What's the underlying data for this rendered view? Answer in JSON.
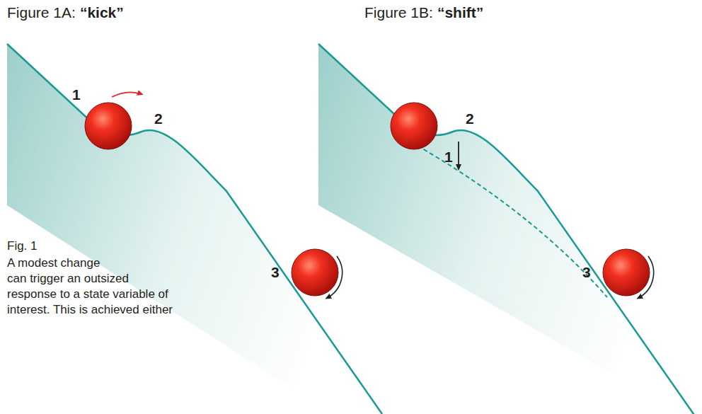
{
  "diagram": {
    "caption": "A modest change can trigger an outsized response to a state variable of interest. This is achieved either",
    "labels": [
      "Figure 1A:",
      "“kick”",
      "1",
      "2",
      "3",
      "Figure 1B:",
      "“shift”",
      "2",
      "1",
      "3",
      "Fig. 1"
    ]
  }
}
